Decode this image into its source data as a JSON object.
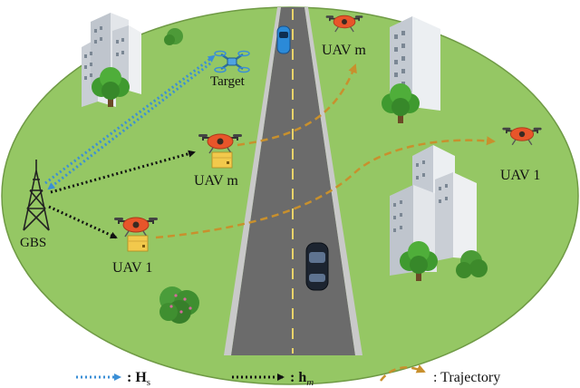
{
  "labels": {
    "target": "Target",
    "gbs": "GBS",
    "uav_m_top": "UAV m",
    "uav_m_left": "UAV m",
    "uav_1_left": "UAV 1",
    "uav_1_right": "UAV 1"
  },
  "legend": {
    "hs": ": H",
    "hs_sub": "s",
    "hm": ": h",
    "hm_sub": "m",
    "trajectory": ": Trajectory"
  },
  "colors": {
    "ground": "#95c764",
    "ground_edge": "#6f9a45",
    "road": "#6b6b6b",
    "sensing_link": "#3b8fd6",
    "comm_link": "#111111",
    "trajectory": "#c8902d",
    "uav_body": "#e8552a",
    "package": "#f2c94c",
    "building": "#d9dde3",
    "tree": "#3f9a2f"
  },
  "icons": [
    "drone-icon",
    "tower-icon",
    "building-icon",
    "tree-icon",
    "car-icon",
    "package-icon"
  ]
}
